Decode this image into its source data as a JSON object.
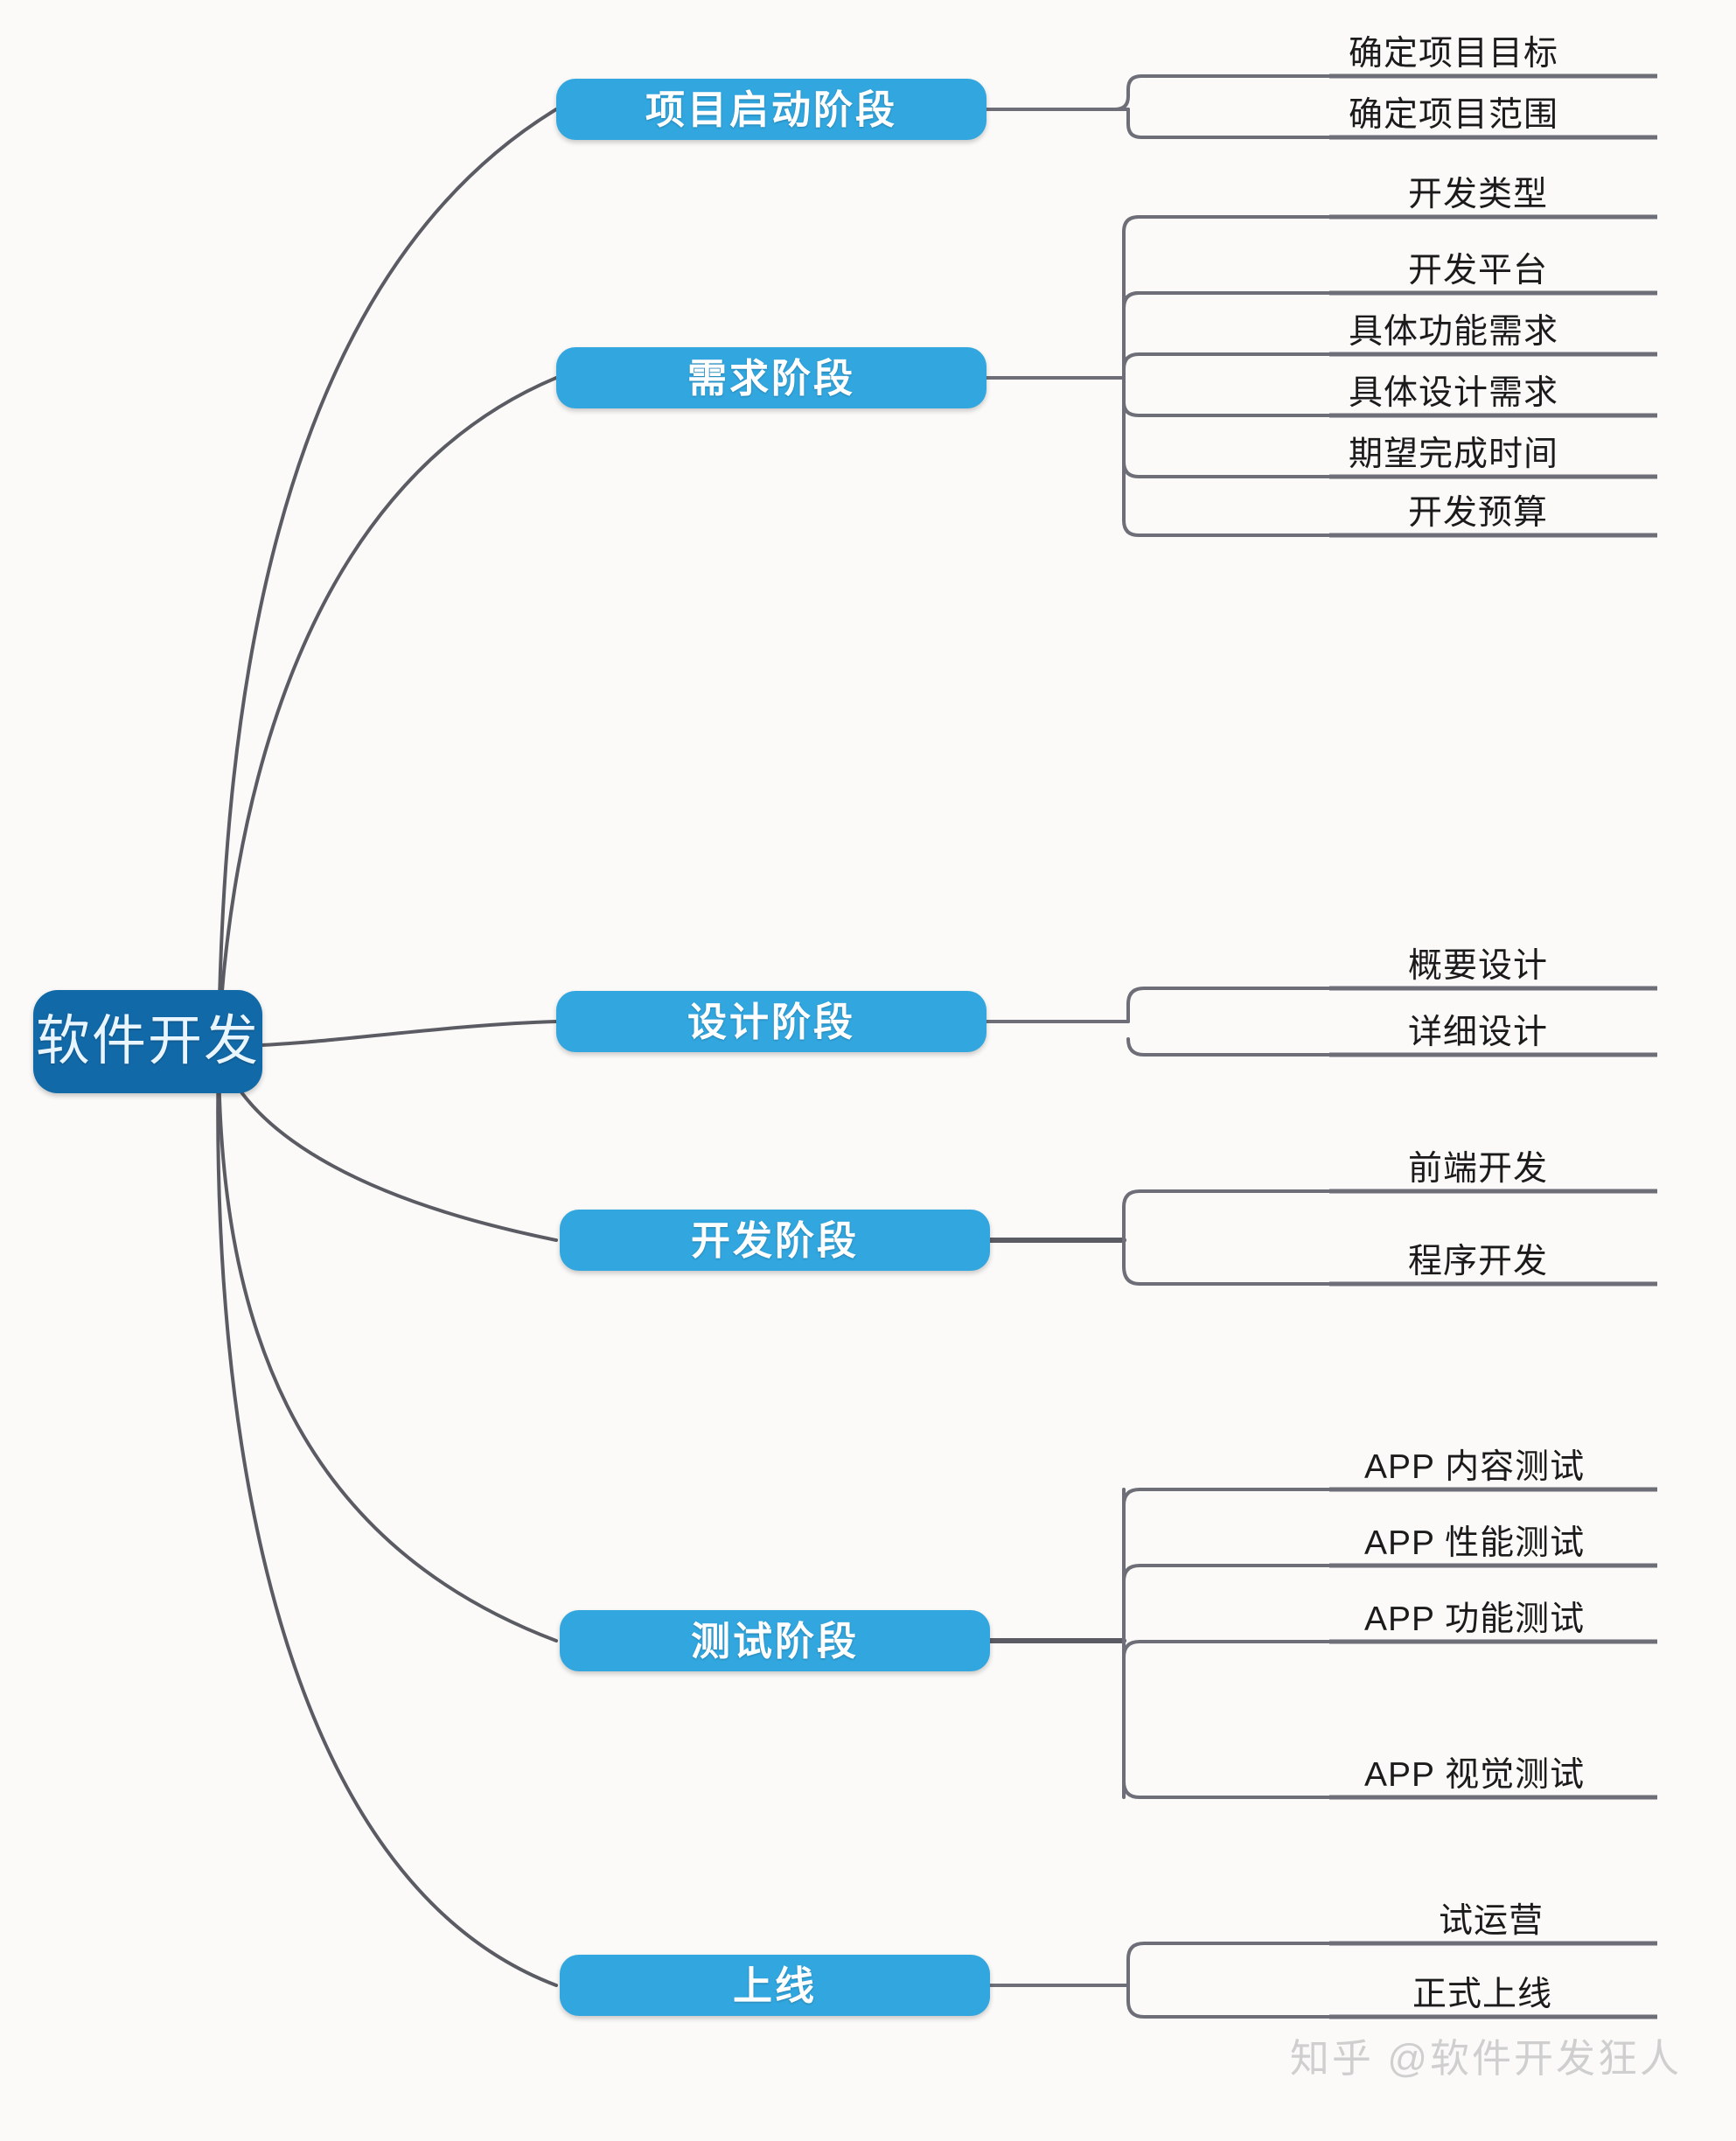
{
  "diagram": {
    "title": "软件开发",
    "type": "mindmap",
    "colors": {
      "background": "#fbfaf8",
      "root_fill": "#1269a8",
      "root_text": "#eaf6ff",
      "branch_fill": "#31a6df",
      "branch_text": "#ffffff",
      "leaf_text": "#1b1b1b",
      "connector": "#5b5b63",
      "underline": "#6e6e78",
      "watermark": "#cfcfcf"
    },
    "root": {
      "label": "软件开发"
    },
    "branches": [
      {
        "label": "项目启动阶段",
        "leaves": [
          {
            "label": "确定项目目标"
          },
          {
            "label": "确定项目范围"
          }
        ]
      },
      {
        "label": "需求阶段",
        "leaves": [
          {
            "label": "开发类型"
          },
          {
            "label": "开发平台"
          },
          {
            "label": "具体功能需求"
          },
          {
            "label": "具体设计需求"
          },
          {
            "label": "期望完成时间"
          },
          {
            "label": "开发预算"
          }
        ]
      },
      {
        "label": "设计阶段",
        "leaves": [
          {
            "label": "概要设计"
          },
          {
            "label": "详细设计"
          }
        ]
      },
      {
        "label": "开发阶段",
        "leaves": [
          {
            "label": "前端开发"
          },
          {
            "label": "程序开发"
          }
        ]
      },
      {
        "label": "测试阶段",
        "leaves": [
          {
            "label": "APP 内容测试"
          },
          {
            "label": "APP 性能测试"
          },
          {
            "label": "APP 功能测试"
          },
          {
            "label": "APP 视觉测试"
          }
        ]
      },
      {
        "label": "上线",
        "leaves": [
          {
            "label": "试运营"
          },
          {
            "label": "正式上线"
          }
        ]
      }
    ],
    "watermark": {
      "text": "知乎 @软件开发狂人"
    }
  }
}
